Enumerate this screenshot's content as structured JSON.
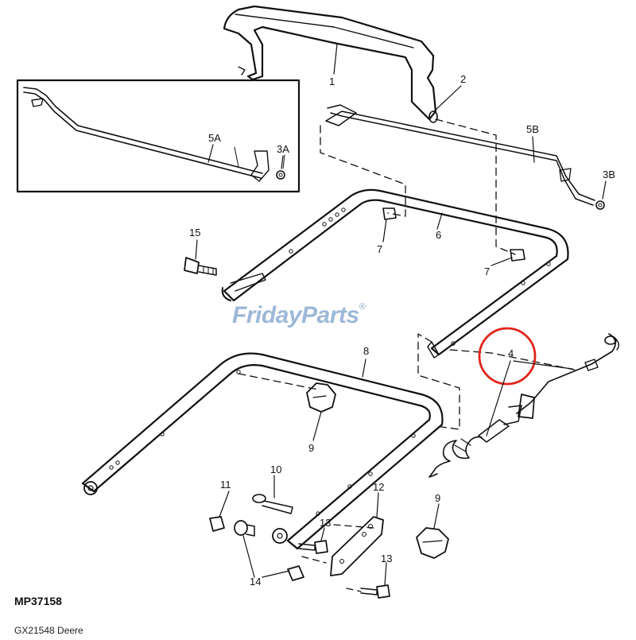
{
  "labels": {
    "p1": "1",
    "p2": "2",
    "p3a": "3A",
    "p3b": "3B",
    "p4": "4",
    "p5a": "5A",
    "p5b": "5B",
    "p6": "6",
    "p7a": "7",
    "p7b": "7",
    "p8": "8",
    "p9a": "9",
    "p9b": "9",
    "p10": "10",
    "p11": "11",
    "p12": "12",
    "p13a": "13",
    "p13b": "13",
    "p14": "14",
    "p15": "15"
  },
  "figure_id": "MP37158",
  "caption": "GX21548 Deere",
  "watermark": {
    "text": "FridayParts",
    "mark": "®"
  },
  "colors": {
    "line": "#111111",
    "highlight": "#e0261b",
    "watermark": "#9db8d8"
  }
}
